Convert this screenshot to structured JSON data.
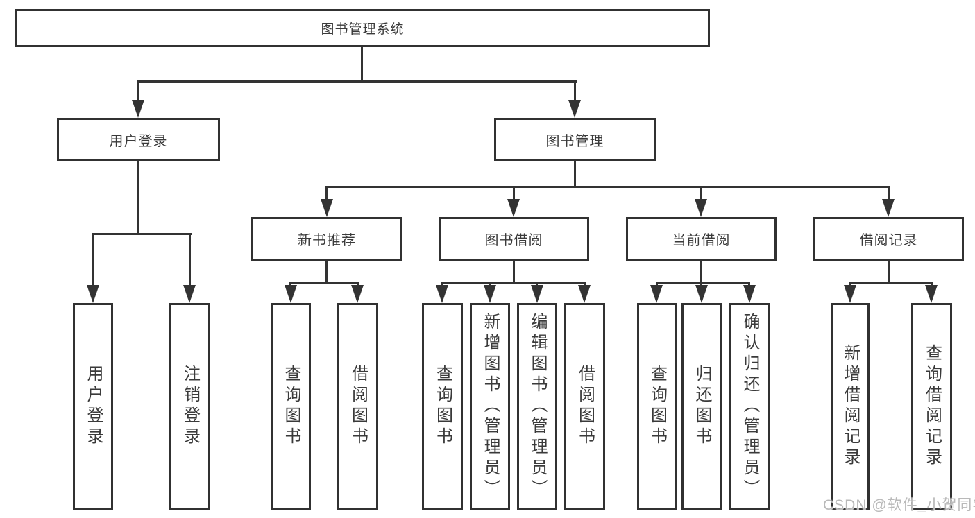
{
  "colors": {
    "line": "#333333",
    "border": "#313131",
    "text": "#3a3a3a",
    "background": "#ffffff",
    "watermark": "#b9b9b9"
  },
  "diagram": {
    "root": "图书管理系统",
    "level2": [
      "用户登录",
      "图书管理"
    ],
    "level3": [
      "新书推荐",
      "图书借阅",
      "当前借阅",
      "借阅记录"
    ],
    "leaves": {
      "user_login": [
        "用户登录",
        "注销登录"
      ],
      "new_book": [
        "查询图书",
        "借阅图书"
      ],
      "book_borrow": [
        "查询图书",
        "新增图书（管理员）",
        "编辑图书（管理员）",
        "借阅图书"
      ],
      "current_borrow": [
        "查询图书",
        "归还图书",
        "确认归还（管理员）"
      ],
      "records": [
        "新增借阅记录",
        "查询借阅记录"
      ]
    }
  },
  "watermark": "CSDN @软件_小贺同学"
}
